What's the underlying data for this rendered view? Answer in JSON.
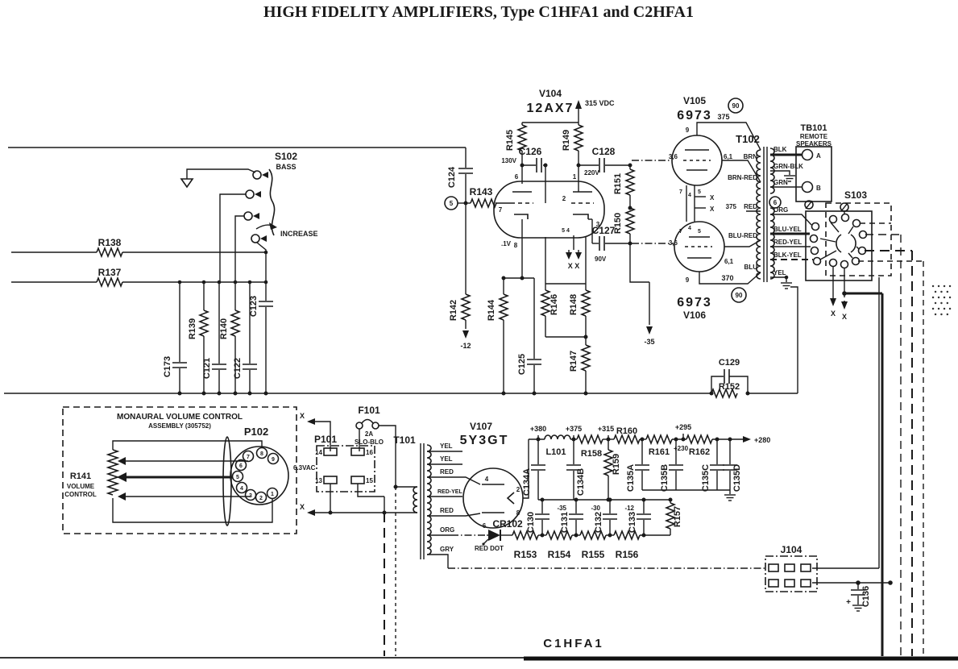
{
  "colors": {
    "ink": "#1a1a1a",
    "paper": "#ffffff"
  },
  "title": "HIGH FIDELITY AMPLIFIERS, Type C1HFA1 and C2HFA1",
  "footer": "C1HFA1",
  "tone": {
    "s102": "S102",
    "bass": "BASS",
    "increase": "INCREASE",
    "r137": "R137",
    "r138": "R138",
    "r139": "R139",
    "r140": "R140",
    "c121": "C121",
    "c122": "C122",
    "c123": "C123",
    "c173": "C173"
  },
  "vol": {
    "title1": "MONAURAL VOLUME CONTROL",
    "title2": "ASSEMBLY (305752)",
    "p102": "P102",
    "r141": "R141",
    "fn1": "VOLUME",
    "fn2": "CONTROL",
    "pins": [
      "1",
      "2",
      "3",
      "4",
      "5",
      "6",
      "7",
      "8",
      "9"
    ]
  },
  "pre": {
    "v104": "V104",
    "v104_type": "12AX7",
    "supply": "315 VDC",
    "c124": "C124",
    "r143": "R143",
    "term": "5",
    "r145": "R145",
    "r149": "R149",
    "c126": "C126",
    "c128": "C128",
    "c127": "C127",
    "r151": "R151",
    "r150": "R150",
    "v130": "130V",
    "v220": "220V",
    "v90": "90V",
    "v01": ".1V",
    "r142": "R142",
    "r144": "R144",
    "r146": "R146",
    "r147": "R147",
    "r148": "R148",
    "c125": "C125",
    "neg12": "-12",
    "neg35": "-35",
    "p1": "1",
    "p2": "2",
    "p3": "3",
    "p6": "6",
    "p7": "7",
    "p8": "8",
    "p54": "5 4",
    "xx": "X X"
  },
  "out": {
    "v105": "V105",
    "v105_type": "6973",
    "v106": "V106",
    "v106_type": "6973",
    "sig1": "90",
    "sig2": "90",
    "v375a": "375",
    "v375b": "375",
    "v370": "370",
    "p9a": "9",
    "p61a": "6,1",
    "p36a": "3,6",
    "p7a": "7",
    "p4a": "4",
    "p5a": "5",
    "p9b": "9",
    "p61b": "6,1",
    "p36b": "3,6",
    "p7b": "7",
    "p4b": "4",
    "p5b": "5",
    "x1": "X",
    "x2": "X",
    "c129": "C129",
    "r152": "R152"
  },
  "t102": {
    "name": "T102",
    "tap": "6",
    "brn": "BRN",
    "brnred": "BRN-RED",
    "red": "RED",
    "blured": "BLU-RED",
    "blu": "BLU",
    "blk": "BLK",
    "grnblk": "GRN-BLK",
    "grn": "GRN",
    "org": "ORG",
    "bluyel": "BLU-YEL",
    "redyel": "RED-YEL",
    "blkyel": "BLK-YEL",
    "yel": "YEL"
  },
  "tb101": {
    "name": "TB101",
    "l1": "REMOTE",
    "l2": "SPEAKERS",
    "a": "A",
    "b": "B"
  },
  "s103": {
    "name": "S103",
    "x1": "X",
    "x2": "X"
  },
  "pwr": {
    "p101": "P101",
    "pin13": "13",
    "pin14": "14",
    "pin15": "15",
    "pin16": "16",
    "vac": "6.3VAC",
    "x1": "X",
    "x2": "X",
    "f101": "F101",
    "rating": "2A",
    "ftype": "SLO-BLO",
    "t101": "T101",
    "yel1": "YEL",
    "yel2": "YEL",
    "red1": "RED",
    "redyel": "RED-YEL",
    "red2": "RED",
    "org": "ORG",
    "gry": "GRY",
    "v107": "V107",
    "v107_type": "5Y3GT",
    "p4": "4",
    "p2": "2",
    "p8": "8",
    "p6": "6",
    "cr102": "CR102",
    "reddot": "RED DOT",
    "r153": "R153",
    "r154": "R154",
    "r155": "R155",
    "r156": "R156",
    "r157": "R157",
    "c130": "C130",
    "c131": "C131",
    "c132": "C132",
    "c133": "C133",
    "n35": "-35",
    "n30": "-30",
    "n12": "-12",
    "l101": "L101",
    "c134a": "C134A",
    "c134b": "C134B",
    "r158": "R158",
    "r159": "R159",
    "v380": "+380",
    "v375": "+375",
    "v315": "+315",
    "r160": "R160",
    "r161": "R161",
    "r162": "R162",
    "c135a": "C135A",
    "c135b": "C135B",
    "c135c": "C135C",
    "c135d": "C135D",
    "v295": "+295",
    "v280": "+280",
    "v230": "+230"
  },
  "j104": {
    "name": "J104",
    "c136": "C136",
    "plus": "+"
  }
}
